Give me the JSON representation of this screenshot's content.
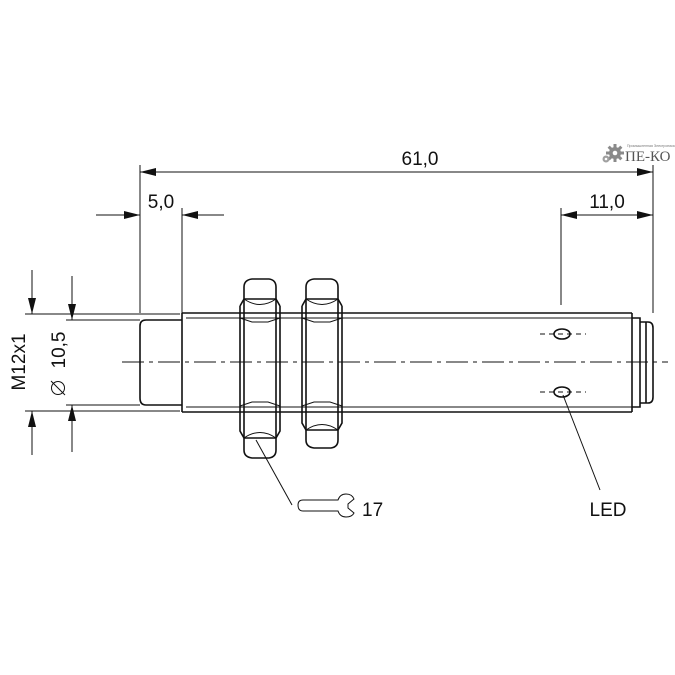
{
  "dimensions": {
    "overall_length": "61,0",
    "face_offset": "5,0",
    "led_offset": "11,0",
    "thread": "M12x1",
    "diameter": "10,5"
  },
  "callouts": {
    "wrench_size": "17",
    "led": "LED"
  },
  "icons": {
    "diameter_symbol": "diameter-symbol",
    "wrench": "wrench-icon"
  },
  "logo": {
    "text": "ПЕ-КО",
    "subtitle": "Промышленная Электроника"
  },
  "colors": {
    "line": "#111111",
    "background": "#ffffff",
    "logo": "#555555"
  }
}
